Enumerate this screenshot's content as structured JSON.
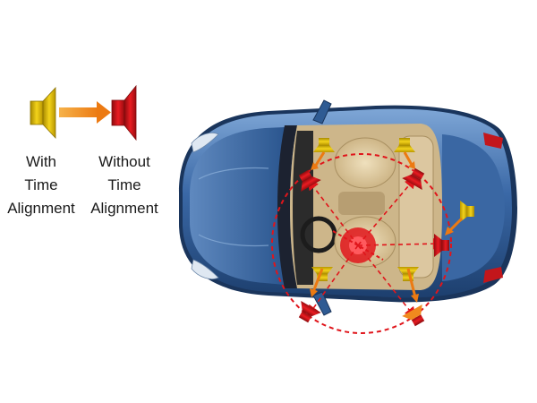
{
  "legend": {
    "with_label": [
      "With",
      "Time",
      "Alignment"
    ],
    "without_label": [
      "Without",
      "Time",
      "Alignment"
    ]
  },
  "colors": {
    "speaker_with": "#e6c200",
    "speaker_without": "#e0151b",
    "arrow": "#f08a1e",
    "car_body": "#2f5b93",
    "interior": "#d9c49a",
    "dashed_circle": "#e0151b"
  },
  "icons": {
    "with_speaker": "yellow-speaker-icon",
    "without_speaker": "red-speaker-icon",
    "listener": "red-speaker-icon"
  }
}
